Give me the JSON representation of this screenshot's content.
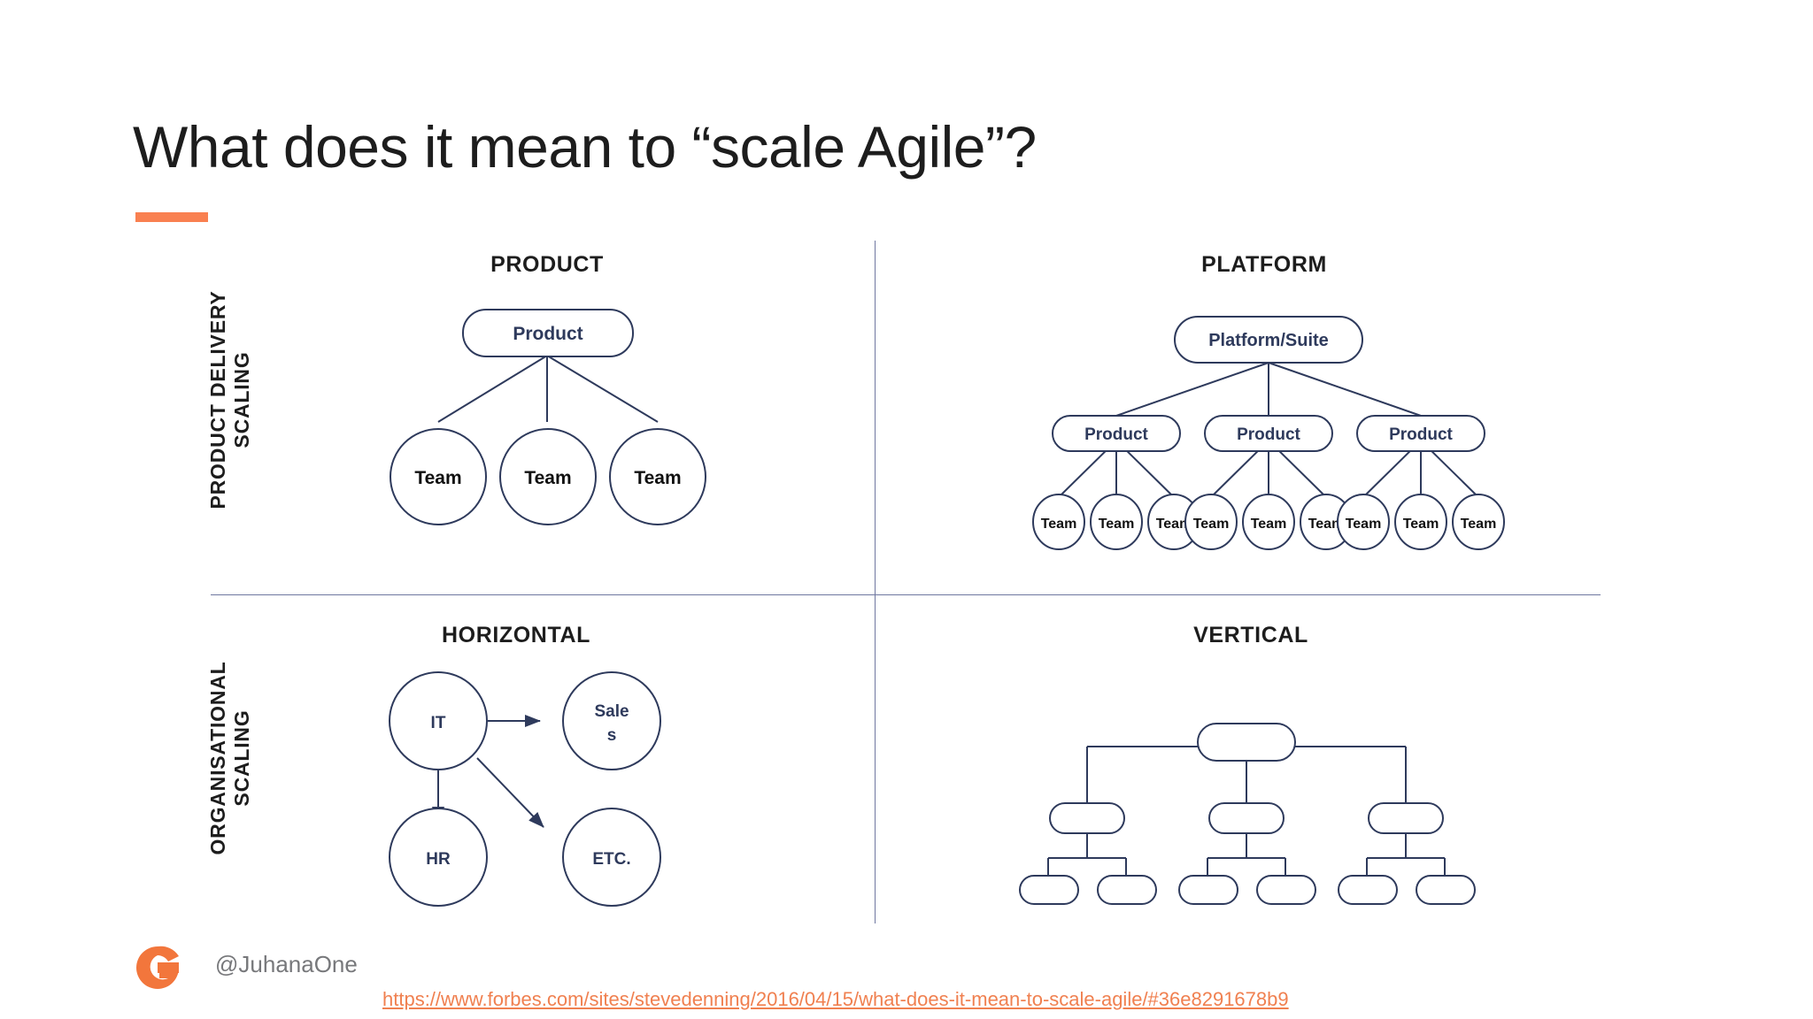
{
  "slide": {
    "title": "What does it mean to “scale Agile”?",
    "accent_color": "#f98050",
    "node_stroke_color": "#2e3a5c",
    "divider_color": "#6f77a0"
  },
  "matrix": {
    "row_labels": [
      {
        "text": "PRODUCT DELIVERY\nSCALING"
      },
      {
        "text": "ORGANISATIONAL\nSCALING"
      }
    ],
    "quadrants": {
      "product": {
        "heading": "PRODUCT",
        "root": "Product",
        "teams": [
          "Team",
          "Team",
          "Team"
        ]
      },
      "platform": {
        "heading": "PLATFORM",
        "root": "Platform/Suite",
        "products": [
          "Product",
          "Product",
          "Product"
        ],
        "teams": [
          [
            "Team",
            "Team",
            "Team"
          ],
          [
            "Team",
            "Team",
            "Team"
          ],
          [
            "Team",
            "Team",
            "Team"
          ]
        ]
      },
      "horizontal": {
        "heading": "HORIZONTAL",
        "nodes": [
          {
            "id": "it",
            "label": "IT"
          },
          {
            "id": "sales",
            "label_line1": "Sale",
            "label_line2": "s"
          },
          {
            "id": "hr",
            "label": "HR"
          },
          {
            "id": "etc",
            "label": "ETC."
          }
        ],
        "arrows": [
          "IT → Sales",
          "IT → HR",
          "IT → ETC."
        ]
      },
      "vertical": {
        "heading": "VERTICAL",
        "levels": [
          1,
          3,
          6
        ],
        "node_labels": [
          "",
          "",
          "",
          "",
          "",
          "",
          "",
          "",
          "",
          ""
        ]
      }
    }
  },
  "footer": {
    "handle": "@JuhanaOne",
    "logo_letter": "G",
    "source_url": "https://www.forbes.com/sites/stevedenning/2016/04/15/what-does-it-mean-to-scale-agile/#36e8291678b9"
  }
}
